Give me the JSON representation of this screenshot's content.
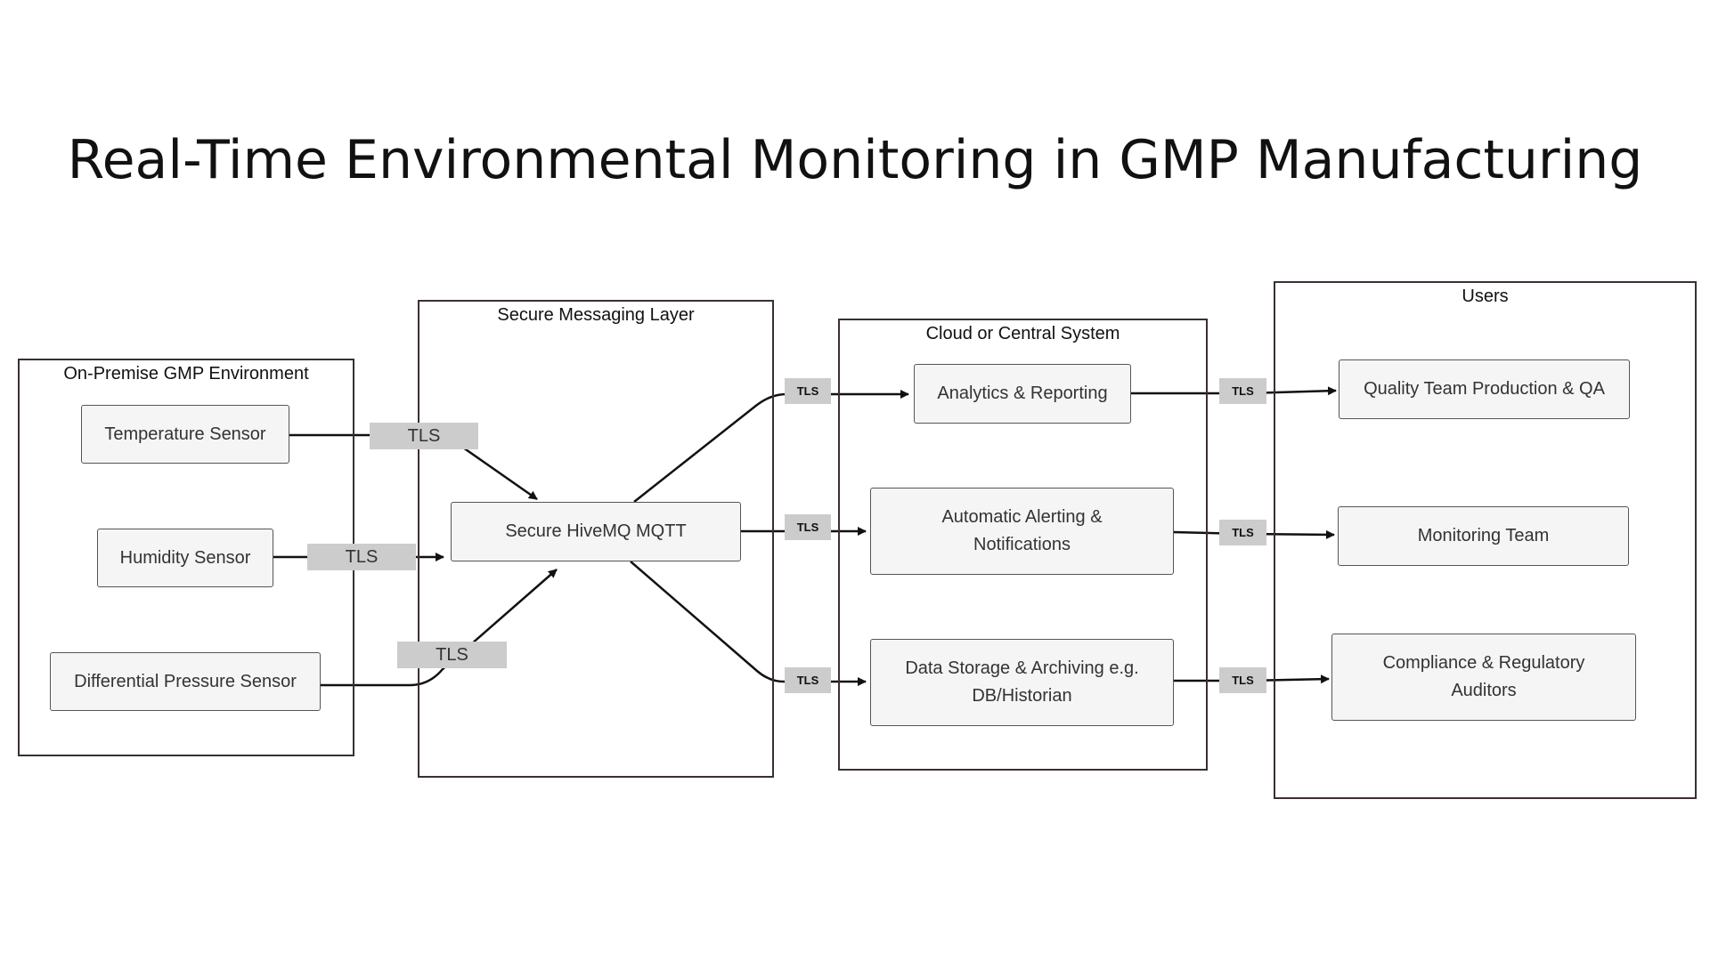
{
  "title": "Real-Time Environmental Monitoring in GMP Manufacturing",
  "groups": {
    "onprem": "On-Premise GMP Environment",
    "messaging": "Secure Messaging Layer",
    "cloud": "Cloud or Central System",
    "users": "Users"
  },
  "nodes": {
    "temperature": "Temperature Sensor",
    "humidity": "Humidity Sensor",
    "pressure": "Differential Pressure Sensor",
    "mqtt": "Secure HiveMQ MQTT",
    "analytics": "Analytics & Reporting",
    "alerting_line1": "Automatic Alerting &",
    "alerting_line2": "Notifications",
    "storage_line1": "Data Storage & Archiving e.g.",
    "storage_line2": "DB/Historian",
    "quality": "Quality Team Production & QA",
    "monitoring": "Monitoring Team",
    "compliance_line1": "Compliance & Regulatory",
    "compliance_line2": "Auditors"
  },
  "edge_label": "TLS",
  "colors": {
    "border": "#3a3030",
    "node_fill": "#f5f5f5",
    "tls_fill": "#cccccc",
    "line": "#111111"
  }
}
